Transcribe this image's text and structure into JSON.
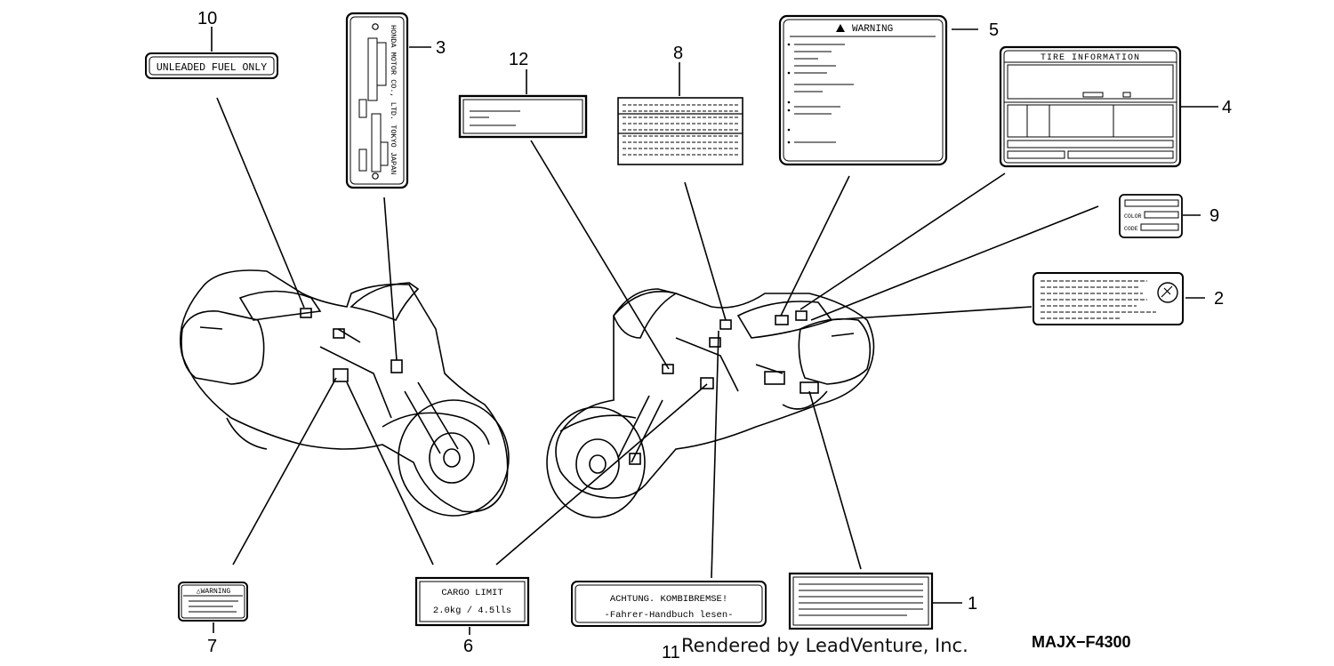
{
  "callouts": {
    "c1": "1",
    "c2": "2",
    "c3": "3",
    "c4": "4",
    "c5": "5",
    "c6": "6",
    "c7": "7",
    "c8": "8",
    "c9": "9",
    "c10": "10",
    "c11": "11",
    "c12": "12"
  },
  "labels": {
    "unleaded": "UNLEADED FUEL ONLY",
    "honda_plate": "HONDA MOTOR CO., LTD. TOKYO JAPAN",
    "warning_top": "WARNING",
    "tire_info": "TIRE INFORMATION",
    "color_word": "COLOR",
    "code_word": "CODE",
    "warning_small": "△WARNING",
    "cargo_title": "CARGO LIMIT",
    "cargo_value": "2.0kg  /  4.5lls",
    "achtung_line1": "ACHTUNG.  KOMBIBREMSE!",
    "achtung_line2": "-Fahrer-Handbuch lesen-"
  },
  "footer": {
    "credit": "Rendered by LeadVenture, Inc.",
    "drawing_code": "MAJX−F4300"
  }
}
